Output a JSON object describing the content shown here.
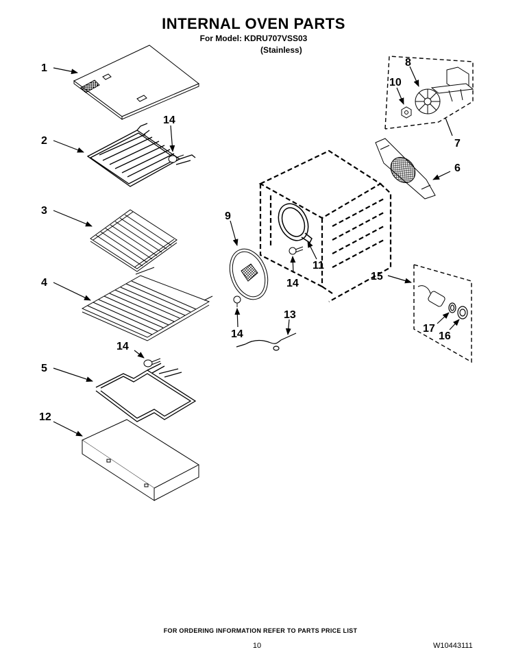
{
  "header": {
    "title": "INTERNAL OVEN PARTS",
    "model_line": "For Model: KDRU707VSS03",
    "finish": "(Stainless)"
  },
  "callouts": [
    "1",
    "2",
    "3",
    "4",
    "5",
    "6",
    "7",
    "8",
    "9",
    "10",
    "11",
    "12",
    "13",
    "14",
    "15",
    "16",
    "17"
  ],
  "footer": {
    "ordering_note": "FOR ORDERING INFORMATION REFER TO PARTS PRICE LIST",
    "page_number": "10",
    "document_number": "W10443111"
  }
}
